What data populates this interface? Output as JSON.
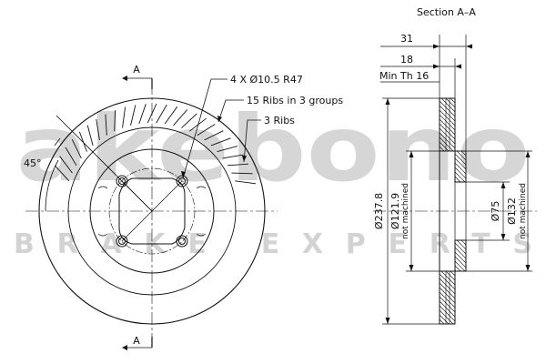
{
  "watermark": {
    "brand": "akebono",
    "tagline": "BRAKE EXPERTS"
  },
  "front_view": {
    "section_marker_top": "A",
    "section_marker_bottom": "A",
    "angle_label": "45°",
    "callouts": {
      "holes": "4 X Ø10.5 R47",
      "ribs_groups": "15 Ribs in 3 groups",
      "ribs": "3 Ribs"
    }
  },
  "section_view": {
    "title": "Section A–A",
    "dim_total_width": "31",
    "dim_disc_thickness": "18",
    "min_thickness": "Min Th 16",
    "dim_outer_diameter": "Ø237.8",
    "dim_inner_diameter": "Ø121.9",
    "inner_note": "not machined",
    "dim_center_bore": "Ø75",
    "dim_hat_diameter": "Ø132",
    "hat_note": "not machined"
  }
}
